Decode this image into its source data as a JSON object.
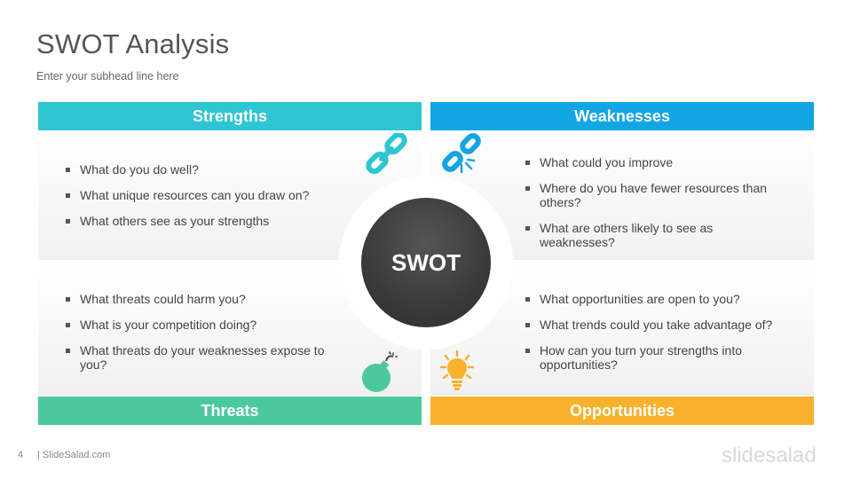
{
  "title": "SWOT Analysis",
  "subtitle": "Enter your subhead line here",
  "center_label": "SWOT",
  "colors": {
    "strengths": "#2ec5d3",
    "weaknesses": "#12a5e4",
    "threats": "#4cc99b",
    "opportunities": "#f8b12c"
  },
  "strengths": {
    "label": "Strengths",
    "icon": "link-icon",
    "items": [
      "What do you do well?",
      "What unique resources can you draw on?",
      "What others see as your strengths"
    ]
  },
  "weaknesses": {
    "label": "Weaknesses",
    "icon": "broken-link-icon",
    "items": [
      "What could you improve",
      "Where do you have fewer resources than others?",
      "What are others likely to see as weaknesses?"
    ]
  },
  "threats": {
    "label": "Threats",
    "icon": "bomb-icon",
    "items": [
      "What threats could harm you?",
      "What is your competition doing?",
      "What threats do your weaknesses expose to you?"
    ]
  },
  "opportunities": {
    "label": "Opportunities",
    "icon": "lightbulb-icon",
    "items": [
      "What opportunities are open to you?",
      "What trends could you take advantage of?",
      "How can you turn your strengths into opportunities?"
    ]
  },
  "footer": {
    "page_number": "4",
    "site": "| SlideSalad.com",
    "brand": "slidesalad"
  }
}
